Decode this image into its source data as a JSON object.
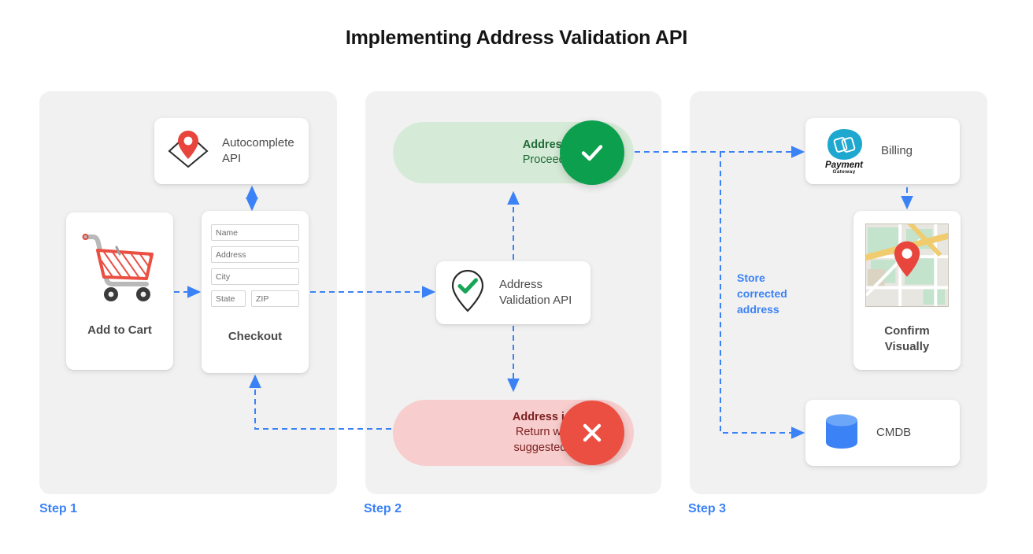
{
  "title": "Implementing Address Validation API",
  "steps": [
    {
      "label": "Step 1"
    },
    {
      "label": "Step 2"
    },
    {
      "label": "Step 3"
    }
  ],
  "step1": {
    "autocomplete": {
      "label_line1": "Autocomplete",
      "label_line2": "API",
      "icon": "map-pin-diamond-icon"
    },
    "cart": {
      "caption": "Add to Cart",
      "icon": "shopping-cart-icon"
    },
    "checkout": {
      "caption": "Checkout",
      "fields": [
        {
          "name": "name-field",
          "placeholder": "Name"
        },
        {
          "name": "address-field",
          "placeholder": "Address"
        },
        {
          "name": "city-field",
          "placeholder": "City"
        },
        {
          "name": "state-field",
          "placeholder": "State"
        },
        {
          "name": "zip-field",
          "placeholder": "ZIP"
        }
      ]
    }
  },
  "step2": {
    "valid": {
      "headline": "Address is valid.",
      "detail": "Proceed to billing.",
      "badge_icon": "check-icon",
      "badge_color": "#0ca04e",
      "pill_color": "#d6ebd7"
    },
    "invalid": {
      "headline": "Address is invalid.",
      "detail_line1": "Return with Google",
      "detail_line2": "suggested address.",
      "badge_icon": "close-icon",
      "badge_color": "#ea4f42",
      "pill_color": "#f7cdcd"
    },
    "validation_api": {
      "label_line1": "Address",
      "label_line2": "Validation API",
      "icon": "map-pin-check-icon"
    }
  },
  "step3": {
    "billing": {
      "label": "Billing",
      "logo_primary": "Payment",
      "logo_secondary": "Gateway",
      "icon": "payment-gateway-icon"
    },
    "confirm": {
      "caption_line1": "Confirm",
      "caption_line2": "Visually",
      "icon": "map-thumbnail-icon"
    },
    "cmdb": {
      "label": "CMDB",
      "icon": "database-icon"
    },
    "store_note": {
      "line1": "Store",
      "line2": "corrected",
      "line3": "address"
    }
  },
  "colors": {
    "accent_blue": "#3b82f6",
    "panel_bg": "#f1f1f1",
    "green": "#0ca04e",
    "red": "#ea4f42",
    "pin_red": "#e8453c",
    "cmdb_blue": "#3b82f6"
  }
}
